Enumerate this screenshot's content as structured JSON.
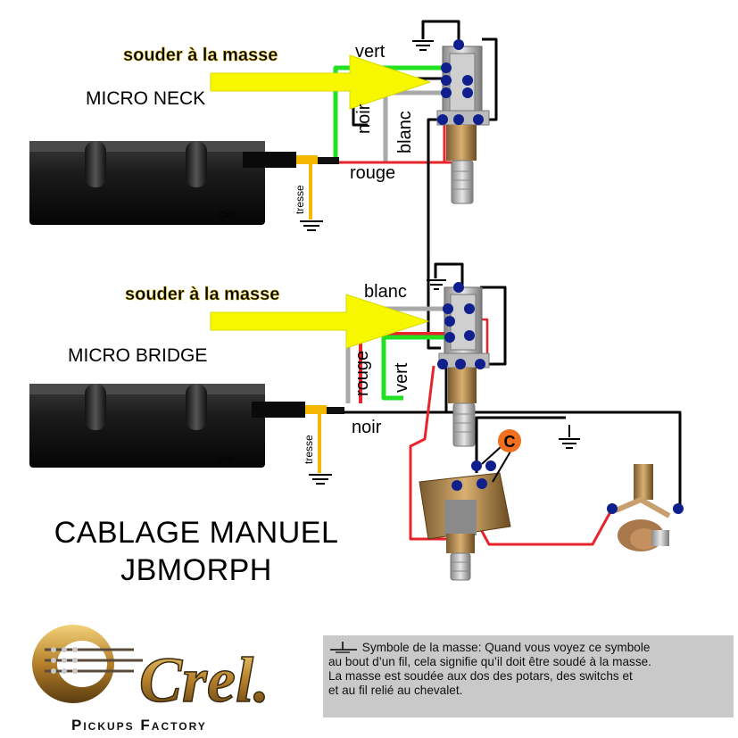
{
  "labels": {
    "solder_top": "souder à la masse",
    "solder_bottom": "souder à la masse",
    "micro_neck": "MICRO NECK",
    "micro_bridge": "MICRO BRIDGE",
    "top_vert": "vert",
    "top_noir": "noir",
    "top_blanc": "blanc",
    "top_rouge": "rouge",
    "top_tresse": "tresse",
    "bot_blanc": "blanc",
    "bot_rouge": "rouge",
    "bot_vert": "vert",
    "bot_noir": "noir",
    "bot_tresse": "tresse",
    "cap_label": "C",
    "pickup_brand_1": "Crel",
    "pickup_brand_2": "Crel"
  },
  "title": {
    "line1": "CABLAGE MANUEL",
    "line2": "JBMORPH"
  },
  "logo": {
    "wordmark": "Crel.",
    "tagline": "Pickups Factory"
  },
  "note": {
    "line1": "Symbole de la masse: Quand vous voyez ce symbole",
    "line2": "au bout d’un fil, cela signifie qu’il doit être soudé à la masse.",
    "line3": "La masse est soudée aux dos des potars, des switchs et",
    "line4": "et au fil relié au chevalet."
  },
  "colors": {
    "wire_red": "#e8232b",
    "wire_green": "#22e022",
    "wire_white": "#a9a9a9",
    "wire_black": "#000000",
    "braid": "#f5b800",
    "arrow_yellow": "#f7f700",
    "solder_dot": "#0f1f8c",
    "cap_orange": "#f07020"
  }
}
